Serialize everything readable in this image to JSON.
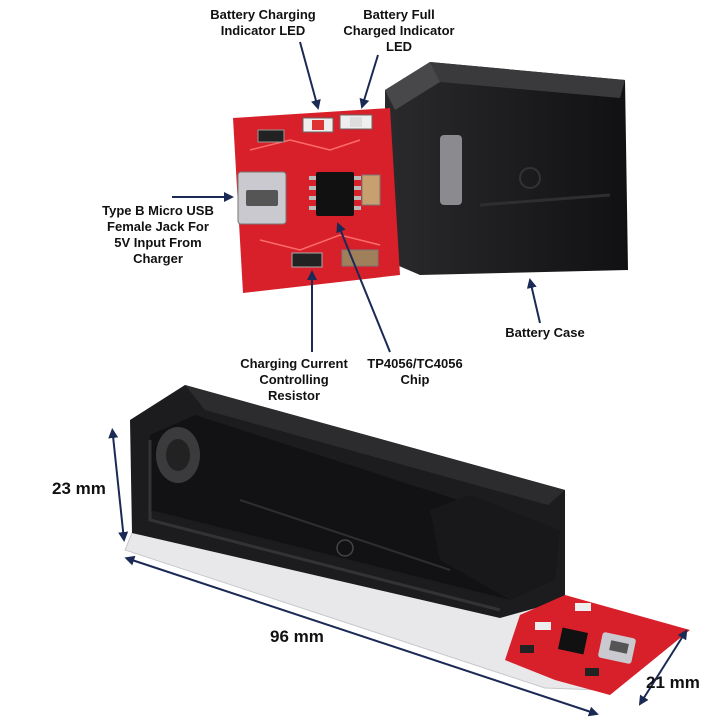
{
  "labels": {
    "charging_led": [
      "Battery Charging",
      "Indicator LED"
    ],
    "full_led": [
      "Battery Full",
      "Charged Indicator",
      "LED"
    ],
    "usb_jack": [
      "Type B Micro USB",
      "Female Jack For",
      "5V Input From",
      "Charger"
    ],
    "battery_case": "Battery Case",
    "resistor": [
      "Charging Current",
      "Controlling",
      "Resistor"
    ],
    "chip": [
      "TP4056/TC4056",
      "Chip"
    ]
  },
  "dimensions": {
    "height": "23 mm",
    "length": "96 mm",
    "width": "21 mm"
  },
  "colors": {
    "pcb_red": "#d8202a",
    "holder_black": "#1c1c1e",
    "arrow_navy": "#1b2a55"
  }
}
